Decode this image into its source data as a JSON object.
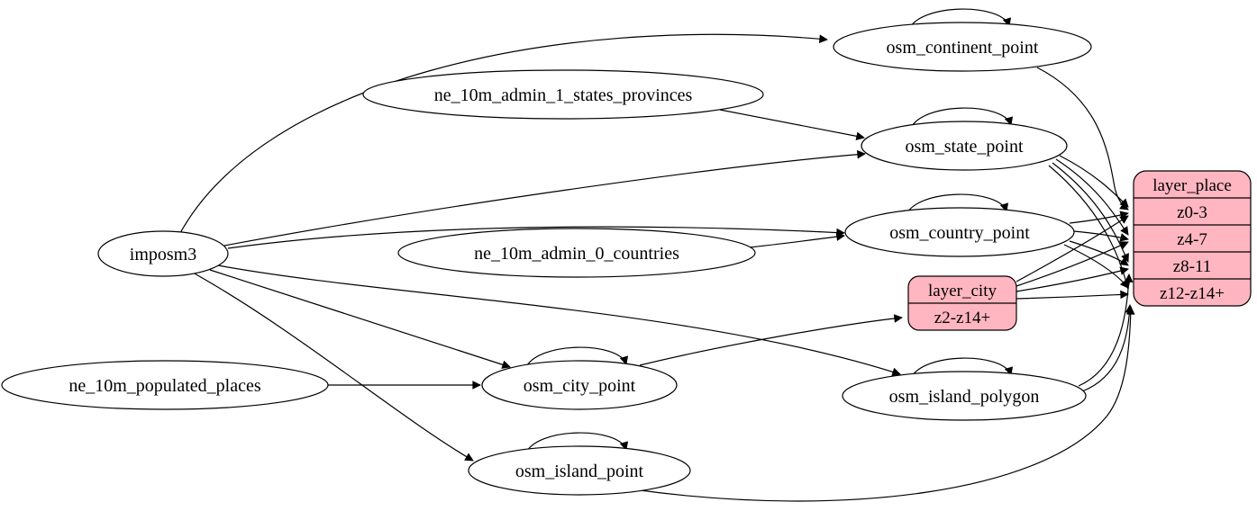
{
  "diagram": {
    "type": "etl-graph",
    "background_color": "#ffffff",
    "table_fill": "#ffffff",
    "layer_fill": "#ffb6c1",
    "edge_color": "#000000",
    "nodes": {
      "imposm3": {
        "label": "imposm3",
        "shape": "ellipse",
        "kind": "source"
      },
      "ne_10m_admin_1_states_provinces": {
        "label": "ne_10m_admin_1_states_provinces",
        "shape": "ellipse",
        "kind": "source"
      },
      "ne_10m_admin_0_countries": {
        "label": "ne_10m_admin_0_countries",
        "shape": "ellipse",
        "kind": "source"
      },
      "ne_10m_populated_places": {
        "label": "ne_10m_populated_places",
        "shape": "ellipse",
        "kind": "source"
      },
      "osm_continent_point": {
        "label": "osm_continent_point",
        "shape": "ellipse",
        "kind": "table"
      },
      "osm_state_point": {
        "label": "osm_state_point",
        "shape": "ellipse",
        "kind": "table"
      },
      "osm_country_point": {
        "label": "osm_country_point",
        "shape": "ellipse",
        "kind": "table"
      },
      "osm_city_point": {
        "label": "osm_city_point",
        "shape": "ellipse",
        "kind": "table"
      },
      "osm_island_polygon": {
        "label": "osm_island_polygon",
        "shape": "ellipse",
        "kind": "table"
      },
      "osm_island_point": {
        "label": "osm_island_point",
        "shape": "ellipse",
        "kind": "table"
      },
      "layer_city": {
        "label": "layer_city",
        "shape": "record",
        "rows": [
          "z2-z14+"
        ]
      },
      "layer_place": {
        "label": "layer_place",
        "shape": "record",
        "rows": [
          "z0-3",
          "z4-7",
          "z8-11",
          "z12-z14+"
        ]
      }
    },
    "edges": [
      {
        "from": "imposm3",
        "to": "osm_continent_point"
      },
      {
        "from": "imposm3",
        "to": "osm_state_point"
      },
      {
        "from": "imposm3",
        "to": "osm_country_point"
      },
      {
        "from": "imposm3",
        "to": "osm_city_point"
      },
      {
        "from": "imposm3",
        "to": "osm_island_polygon"
      },
      {
        "from": "imposm3",
        "to": "osm_island_point"
      },
      {
        "from": "ne_10m_admin_1_states_provinces",
        "to": "osm_state_point"
      },
      {
        "from": "ne_10m_admin_0_countries",
        "to": "osm_country_point"
      },
      {
        "from": "ne_10m_populated_places",
        "to": "osm_city_point"
      },
      {
        "from": "osm_continent_point",
        "to": "osm_continent_point"
      },
      {
        "from": "osm_state_point",
        "to": "osm_state_point"
      },
      {
        "from": "osm_country_point",
        "to": "osm_country_point"
      },
      {
        "from": "osm_city_point",
        "to": "osm_city_point"
      },
      {
        "from": "osm_island_polygon",
        "to": "osm_island_polygon"
      },
      {
        "from": "osm_island_point",
        "to": "osm_island_point"
      },
      {
        "from": "osm_continent_point",
        "to": "layer_place:z0-3"
      },
      {
        "from": "osm_state_point",
        "to": "layer_place:z0-3"
      },
      {
        "from": "osm_state_point",
        "to": "layer_place:z4-7"
      },
      {
        "from": "osm_state_point",
        "to": "layer_place:z8-11"
      },
      {
        "from": "osm_state_point",
        "to": "layer_place:z12-z14+"
      },
      {
        "from": "osm_country_point",
        "to": "layer_place:z0-3"
      },
      {
        "from": "osm_country_point",
        "to": "layer_place:z4-7"
      },
      {
        "from": "osm_country_point",
        "to": "layer_place:z8-11"
      },
      {
        "from": "osm_country_point",
        "to": "layer_place:z12-z14+"
      },
      {
        "from": "osm_city_point",
        "to": "layer_city:z2-z14+"
      },
      {
        "from": "layer_city",
        "to": "layer_place:z0-3"
      },
      {
        "from": "layer_city",
        "to": "layer_place:z4-7"
      },
      {
        "from": "layer_city",
        "to": "layer_place:z8-11"
      },
      {
        "from": "layer_city",
        "to": "layer_place:z12-z14+"
      },
      {
        "from": "osm_island_polygon",
        "to": "layer_place:z8-11"
      },
      {
        "from": "osm_island_polygon",
        "to": "layer_place:z12-z14+"
      },
      {
        "from": "osm_island_point",
        "to": "layer_place:z12-z14+"
      }
    ]
  }
}
